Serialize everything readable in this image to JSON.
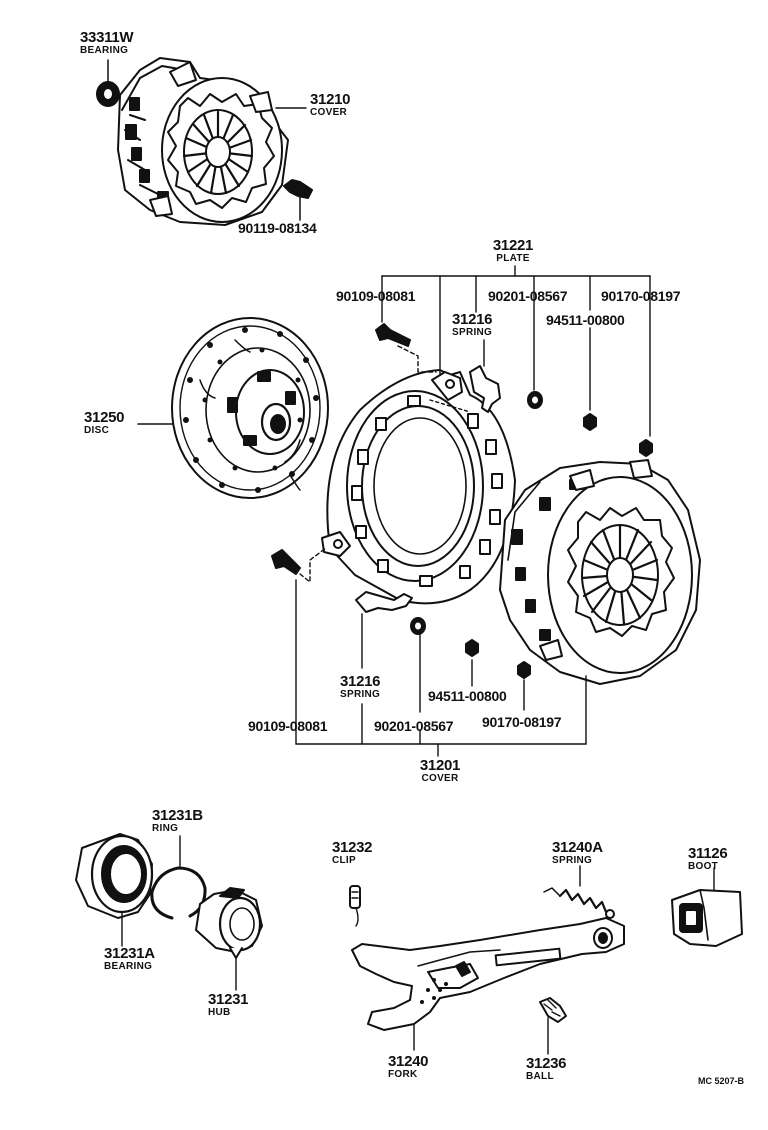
{
  "parts": [
    {
      "id": "bearing-top",
      "number": "33311W",
      "name": "BEARING"
    },
    {
      "id": "cover-top",
      "number": "31210",
      "name": "COVER"
    },
    {
      "id": "bolt-top",
      "number": "90119-08134",
      "name": ""
    },
    {
      "id": "plate",
      "number": "31221",
      "name": "PLATE"
    },
    {
      "id": "bolt-a",
      "number": "90109-08081",
      "name": ""
    },
    {
      "id": "washer-a",
      "number": "90201-08567",
      "name": ""
    },
    {
      "id": "nut-b-a",
      "number": "90170-08197",
      "name": ""
    },
    {
      "id": "spring-a",
      "number": "31216",
      "name": "SPRING"
    },
    {
      "id": "nut-a-a",
      "number": "94511-00800",
      "name": ""
    },
    {
      "id": "disc",
      "number": "31250",
      "name": "DISC"
    },
    {
      "id": "spring-b",
      "number": "31216",
      "name": "SPRING"
    },
    {
      "id": "nut-a-b",
      "number": "94511-00800",
      "name": ""
    },
    {
      "id": "bolt-b",
      "number": "90109-08081",
      "name": ""
    },
    {
      "id": "washer-b",
      "number": "90201-08567",
      "name": ""
    },
    {
      "id": "nut-b-b",
      "number": "90170-08197",
      "name": ""
    },
    {
      "id": "cover-assy",
      "number": "31201",
      "name": "COVER"
    },
    {
      "id": "ring",
      "number": "31231B",
      "name": "RING"
    },
    {
      "id": "release-bearing",
      "number": "31231A",
      "name": "BEARING"
    },
    {
      "id": "hub",
      "number": "31231",
      "name": "HUB"
    },
    {
      "id": "clip",
      "number": "31232",
      "name": "CLIP"
    },
    {
      "id": "fork-spring",
      "number": "31240A",
      "name": "SPRING"
    },
    {
      "id": "boot",
      "number": "31126",
      "name": "BOOT"
    },
    {
      "id": "fork",
      "number": "31240",
      "name": "FORK"
    },
    {
      "id": "ball",
      "number": "31236",
      "name": "BALL"
    }
  ],
  "drawing_code": "MC 5207-B"
}
